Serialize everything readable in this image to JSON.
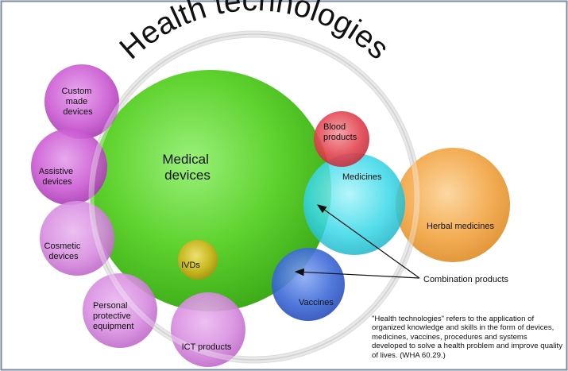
{
  "title": "Health technologies",
  "labels": {
    "medical_devices": [
      "Medical",
      "devices"
    ],
    "custom_made_devices": [
      "Custom",
      "made",
      "devices"
    ],
    "assistive_devices": [
      "Assistive",
      "devices"
    ],
    "cosmetic_devices": [
      "Cosmetic",
      "devices"
    ],
    "personal_protective_equipment": [
      "Personal",
      "protective",
      "equipment"
    ],
    "ict_products": "ICT products",
    "ivds": "IVDs",
    "blood_products": [
      "Blood",
      "products"
    ],
    "medicines": "Medicines",
    "herbal_medicines": "Herbal medicines",
    "vaccines": "Vaccines",
    "combination_products": "Combination products"
  },
  "definition": "\"Health technologies\" refers to the application of organized knowledge and skills in the form of devices, medicines, vaccines, procedures and systems developed to solve a health problem and improve quality of lives. (WHA 60.29.)",
  "colors": {
    "frame_border": "#7a8aa0",
    "green": "#5ed22e",
    "purple": "#c85ad0",
    "cyan": "#38d8e8",
    "orange": "#f2a646",
    "red": "#e24652",
    "blue": "#3e6ad8",
    "olive": "#c8b820"
  }
}
